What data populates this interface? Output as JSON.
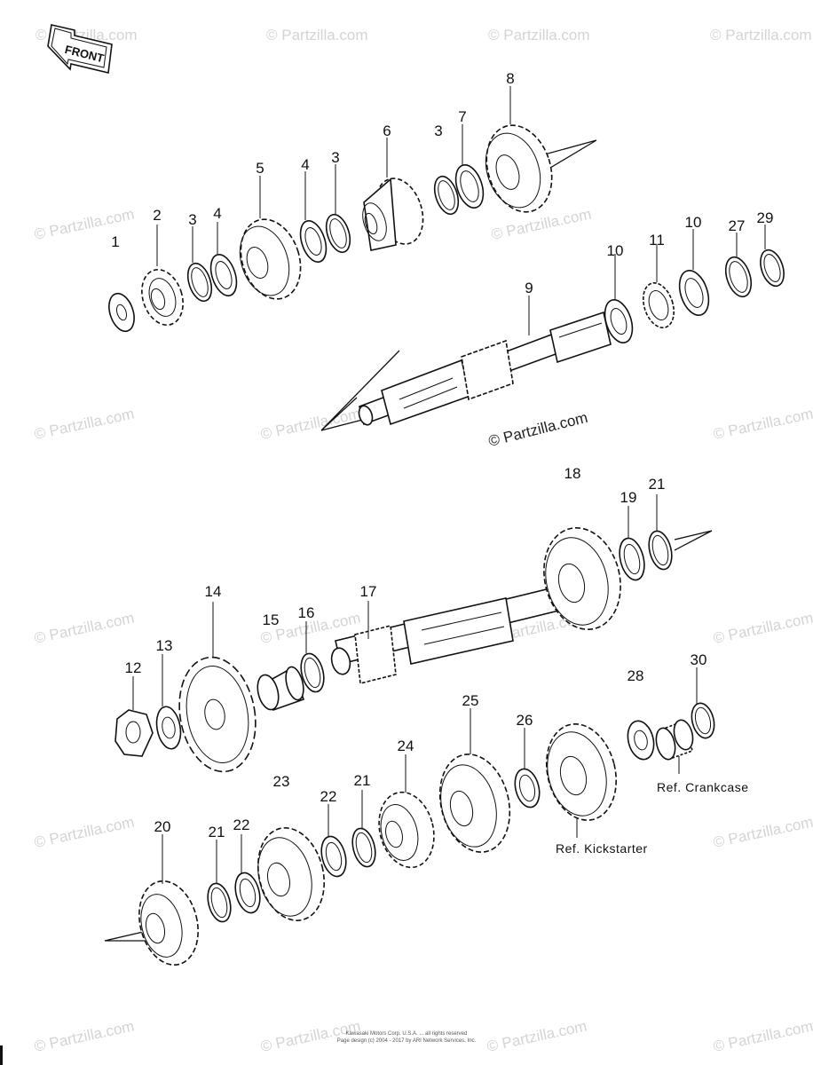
{
  "front_label": "FRONT",
  "watermark": "© Partzilla.com",
  "footer": {
    "line1": "Kawasaki Motors Corp. U.S.A. ... all rights reserved",
    "line2": "Page design (c) 2004 - 2017 by ARI Network Services, Inc."
  },
  "callouts": {
    "p1": "1",
    "p2": "2",
    "p3a": "3",
    "p4a": "4",
    "p5": "5",
    "p4b": "4",
    "p3b": "3",
    "p6": "6",
    "p3c": "3",
    "p7": "7",
    "p8": "8",
    "p9": "9",
    "p10a": "10",
    "p11": "11",
    "p10b": "10",
    "p27": "27",
    "p29": "29",
    "p18": "18",
    "p19": "19",
    "p21a": "21",
    "p14": "14",
    "p15": "15",
    "p16": "16",
    "p17": "17",
    "p12": "12",
    "p13": "13",
    "p25": "25",
    "p26": "26",
    "p28": "28",
    "p30": "30",
    "p23": "23",
    "p24": "24",
    "p22a": "22",
    "p21b": "21",
    "p20": "20",
    "p21c": "21",
    "p22b": "22"
  },
  "references": {
    "crankcase": "Ref. Crankcase",
    "kickstarter": "Ref. Kickstarter"
  }
}
